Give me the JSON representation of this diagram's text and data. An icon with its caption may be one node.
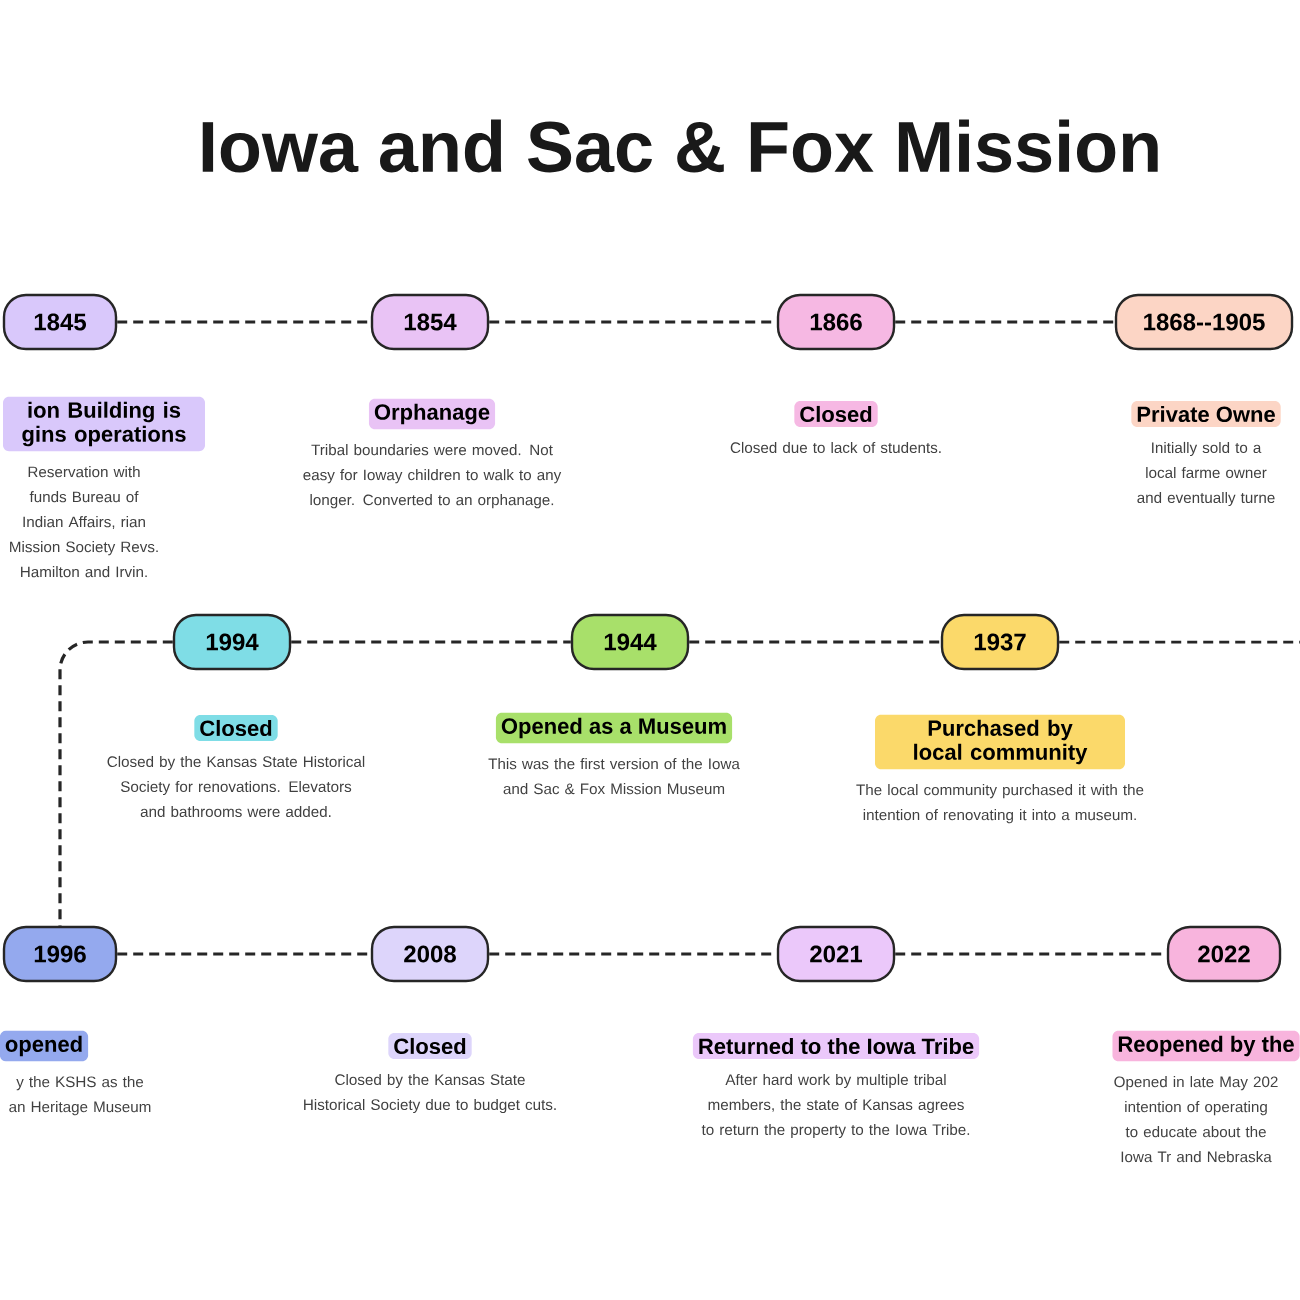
{
  "diagram": {
    "title": "Iowa and Sac & Fox Mission",
    "nodes": [
      {
        "text": [
          "1845"
        ]
      },
      {
        "text": [
          "ion Building is gins operations"
        ],
        "beside": [
          "Reservation with funds Bureau of Indian Affairs, rian Mission Society Revs. Hamilton and Irvin."
        ]
      },
      {
        "text": [
          "1854"
        ]
      },
      {
        "text": [
          "Orphanage"
        ],
        "beside": [
          "Tribal boundaries were moved. Not easy for Ioway children to walk to any longer. Converted to an orphanage."
        ]
      },
      {
        "text": [
          "1866"
        ]
      },
      {
        "text": [
          "Closed"
        ],
        "beside": [
          "Closed due to lack of students."
        ]
      },
      {
        "text": [
          "1868--1905"
        ]
      },
      {
        "text": [
          "Private Owne"
        ],
        "beside": [
          "Initially sold to a local farme owner and eventually turne"
        ]
      },
      {
        "text": [
          "1994"
        ]
      },
      {
        "text": [
          "Closed"
        ],
        "beside": [
          "Closed by the Kansas State Historical Society for renovations. Elevators and bathrooms were added."
        ]
      },
      {
        "text": [
          "1944"
        ]
      },
      {
        "text": [
          "Opened as a Museum"
        ],
        "beside": [
          "This was the first version of the Iowa and Sac & Fox Mission Museum"
        ]
      },
      {
        "text": [
          "1937"
        ]
      },
      {
        "text": [
          "Purchased by local community"
        ],
        "beside": [
          "The local community purchased it with the intention of renovating it into a museum."
        ]
      },
      {
        "text": [
          "1996"
        ]
      },
      {
        "text": [
          "opened"
        ],
        "beside": [
          "y the KSHS as the an Heritage Museum"
        ]
      },
      {
        "text": [
          "2008"
        ]
      },
      {
        "text": [
          "Closed"
        ],
        "beside": [
          "Closed by the Kansas State Historical Society due to budget cuts."
        ]
      },
      {
        "text": [
          "2021"
        ]
      },
      {
        "text": [
          "Returned to the Iowa Tribe"
        ],
        "beside": [
          "After hard work by multiple tribal members, the state of Kansas agrees to return the property to the Iowa Tribe."
        ]
      },
      {
        "text": [
          "2022"
        ]
      },
      {
        "text": [
          "Reopened by the"
        ],
        "beside": [
          "Opened in late May 202 intention of operating to educate about the Iowa Tr and Nebraska"
        ]
      }
    ],
    "edges": [
      {
        "from": 0,
        "to": 2,
        "arrow": "none",
        "style": "dashed"
      },
      {
        "from": 2,
        "to": 4,
        "arrow": "none",
        "style": "dashed"
      },
      {
        "from": 4,
        "to": 6,
        "arrow": "none",
        "style": "dashed"
      },
      {
        "from": 12,
        "to": null,
        "arrow": "none",
        "style": "dashed"
      },
      {
        "from": 10,
        "to": 12,
        "arrow": "none",
        "style": "dashed"
      },
      {
        "from": 8,
        "to": 10,
        "arrow": "none",
        "style": "dashed"
      },
      {
        "from": 8,
        "to": 14,
        "arrow": "none",
        "style": "dashed"
      },
      {
        "from": 14,
        "to": 16,
        "arrow": "none",
        "style": "dashed"
      },
      {
        "from": 16,
        "to": 18,
        "arrow": "none",
        "style": "dashed"
      },
      {
        "from": 18,
        "to": 20,
        "arrow": "none",
        "style": "dashed"
      }
    ]
  }
}
